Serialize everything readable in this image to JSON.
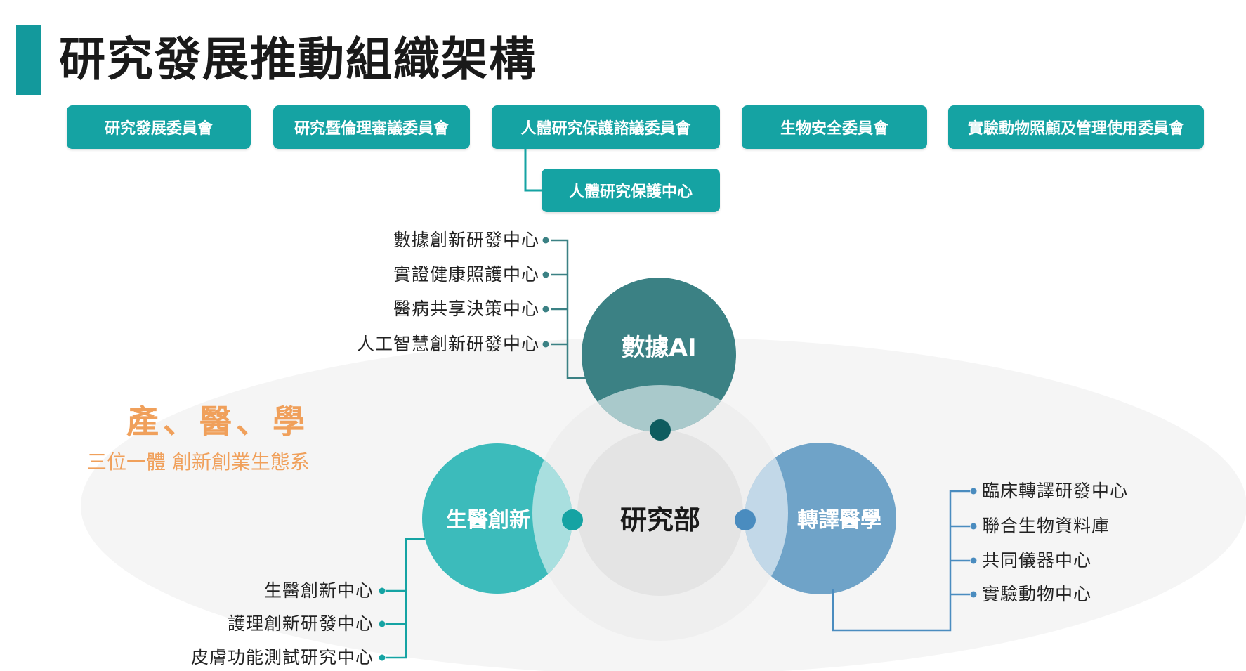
{
  "page": {
    "title": "研究發展推動組織架構"
  },
  "colors": {
    "title_bar": "#13999c",
    "committee_box": "#15a3a3",
    "data_ai": "#3b8184",
    "biomed": "#3cbbbb",
    "translational": "#6fa3c8",
    "slogan": "#f0a05b"
  },
  "committees": [
    {
      "label": "研究發展委員會"
    },
    {
      "label": "研究暨倫理審議委員會"
    },
    {
      "label": "人體研究保護諮議委員會"
    },
    {
      "label": "生物安全委員會"
    },
    {
      "label": "實驗動物照顧及管理使用委員會"
    }
  ],
  "sub_center": {
    "label": "人體研究保護中心"
  },
  "center": {
    "label": "研究部"
  },
  "divisions": {
    "data_ai": {
      "label": "數據AI",
      "items": [
        "數據創新研發中心",
        "實證健康照護中心",
        "醫病共享決策中心",
        "人工智慧創新研發中心"
      ]
    },
    "biomed": {
      "label": "生醫創新",
      "items": [
        "生醫創新中心",
        "護理創新研發中心",
        "皮膚功能測試研究中心"
      ]
    },
    "translational": {
      "label": "轉譯醫學",
      "items": [
        "臨床轉譯研發中心",
        "聯合生物資料庫",
        "共同儀器中心",
        "實驗動物中心"
      ]
    }
  },
  "slogan": {
    "main": "產、醫、學",
    "sub": "三位一體 創新創業生態系"
  }
}
